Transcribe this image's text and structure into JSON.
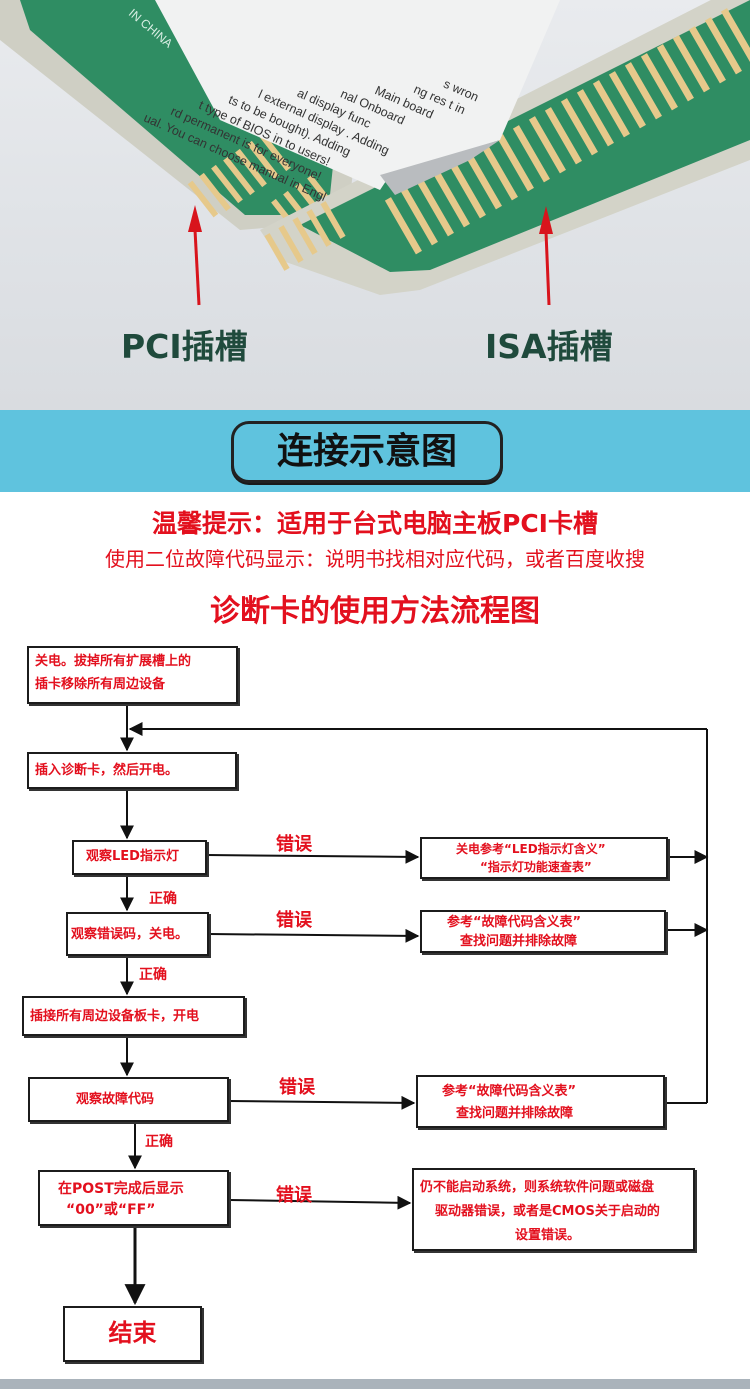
{
  "photo": {
    "pci_label": "PCI插槽",
    "isa_label": "ISA插槽",
    "sticker_lines": [
      "s wron",
      "ng res t in",
      "Main board",
      "nal Onboard",
      "al display func",
      "l external display . Adding",
      "ts to be bought). Adding",
      "t type of BIOS in to users!",
      "rd permanent is for everyone!",
      "ual. You can choose manual in Engl"
    ],
    "made_in": "IN CHINA"
  },
  "banner": {
    "title": "连接示意图"
  },
  "tips": {
    "line1": "温馨提示：适用于台式电脑主板PCI卡槽",
    "line2": "使用二位故障代码显示：说明书找相对应代码，或者百度收搜"
  },
  "flow": {
    "title": "诊断卡的使用方法流程图",
    "step1": [
      "关电。拔掉所有扩展槽上的",
      "插卡移除所有周边设备"
    ],
    "step2": "插入诊断卡，然后开电。",
    "step3": "观察LED指示灯",
    "step4": "观察错误码，关电。",
    "step5": "插接所有周边设备板卡，开电",
    "step6": "观察故障代码",
    "step7": [
      "在POST完成后显示",
      "“00”或“FF”"
    ],
    "end": "结束",
    "ref1": [
      "关电参考“LED指示灯含义”",
      "“指示灯功能速查表”"
    ],
    "ref2": [
      "参考“故障代码含义表”",
      "查找问题并排除故障"
    ],
    "ref3": [
      "参考“故障代码含义表”",
      "查找问题并排除故障"
    ],
    "ref4": [
      "仍不能启动系统，则系统软件问题或磁盘",
      "驱动器错误，或者是CMOS关于启动的",
      "设置错误。"
    ],
    "error_label": "错误",
    "correct_label": "正确"
  },
  "colors": {
    "accent_red": "#e3101e",
    "banner_blue": "#5fc3de",
    "pcb_green": "#2e8b5e",
    "gold": "#e7c98a"
  }
}
